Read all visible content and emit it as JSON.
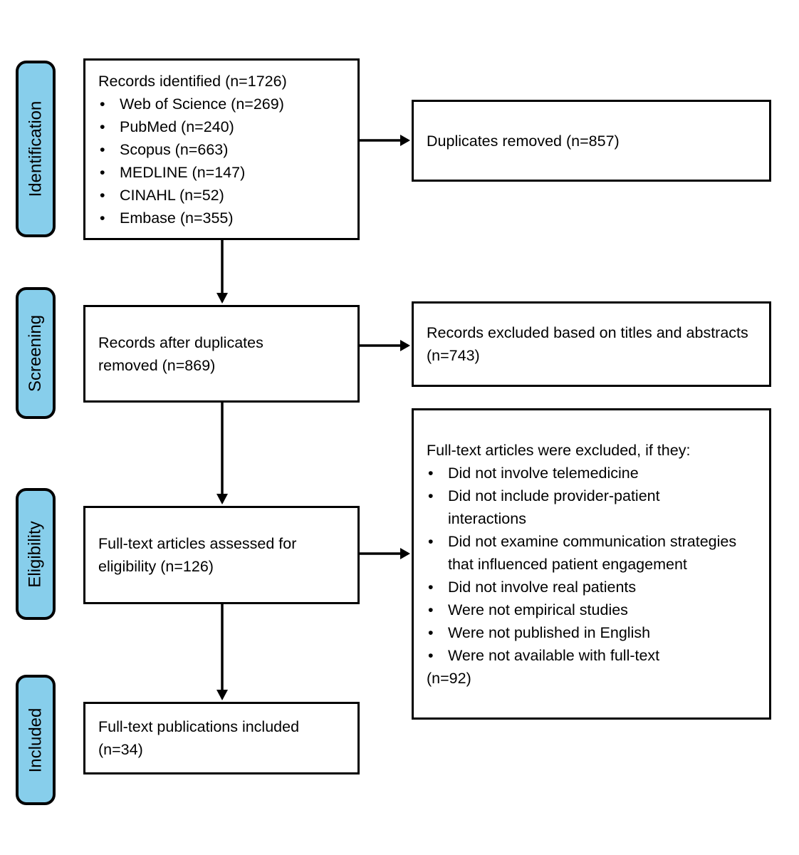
{
  "diagram": {
    "stages": [
      {
        "label": "Identification"
      },
      {
        "label": "Screening"
      },
      {
        "label": "Eligibility"
      },
      {
        "label": "Included"
      }
    ],
    "boxes": {
      "identified": {
        "title": "Records identified (n=1726)",
        "bullets": [
          "Web of Science (n=269)",
          "PubMed (n=240)",
          "Scopus (n=663)",
          "MEDLINE (n=147)",
          "CINAHL (n=52)",
          "Embase (n=355)"
        ]
      },
      "duplicates_removed": {
        "text": "Duplicates removed (n=857)"
      },
      "after_duplicates": {
        "text": "Records after duplicates removed (n=869)"
      },
      "titles_excluded": {
        "text": "Records excluded based on titles and abstracts (n=743)"
      },
      "fulltext_assessed": {
        "text": "Full-text articles assessed for eligibility (n=126)"
      },
      "fulltext_excluded": {
        "title": "Full-text articles were excluded, if they:",
        "bullets": [
          "Did not involve telemedicine",
          "Did not include provider-patient interactions",
          "Did not examine communication strategies that influenced patient engagement",
          "Did not involve real patients",
          "Were not empirical studies",
          "Were not published in English",
          "Were not available with full-text"
        ],
        "count": "(n=92)"
      },
      "included_publications": {
        "text": "Full-text publications included (n=34)"
      }
    },
    "colors": {
      "stage_fill": "#87CEEB",
      "stage_border": "#000000",
      "box_border": "#000000",
      "arrow": "#000000",
      "background": "#FFFFFF"
    }
  }
}
